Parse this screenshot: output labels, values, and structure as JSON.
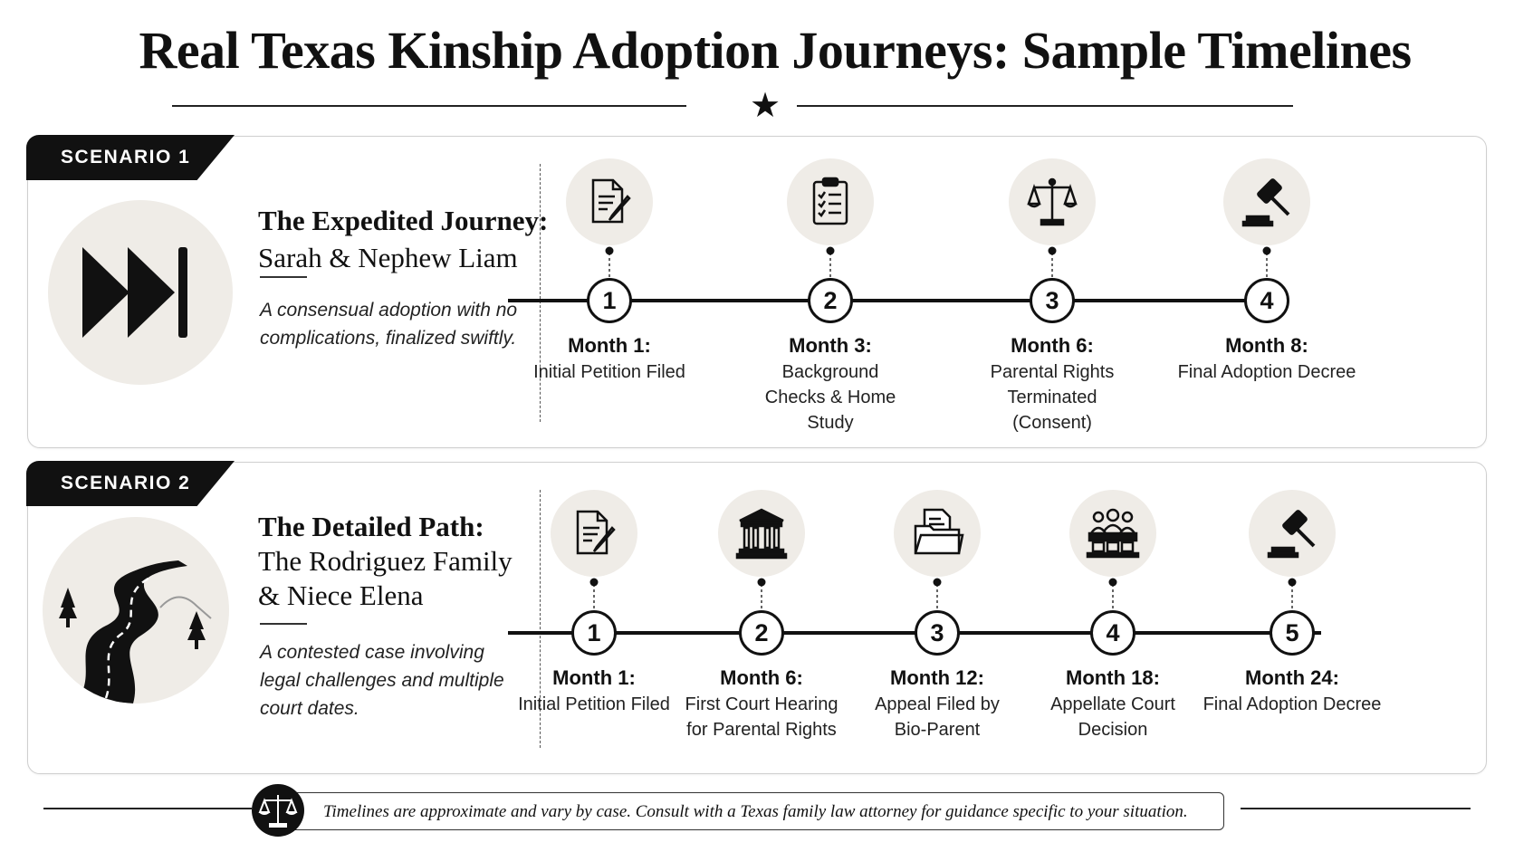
{
  "header": {
    "title": "Real Texas Kinship Adoption Journeys: Sample Timelines"
  },
  "scenarios": [
    {
      "tag": "SCENARIO 1",
      "title_bold": "The Expedited Journey:",
      "title_line2": "Sarah & Nephew Liam",
      "title_line3": "",
      "description": "A consensual adoption with no complications, finalized swiftly.",
      "icon": "fast-forward-icon",
      "steps": [
        {
          "number": "1",
          "month": "Month 1:",
          "label": "Initial Petition Filed",
          "icon": "document-pen-icon"
        },
        {
          "number": "2",
          "month": "Month 3:",
          "label": "Background Checks & Home Study",
          "icon": "clipboard-checklist-icon"
        },
        {
          "number": "3",
          "month": "Month 6:",
          "label": "Parental Rights Terminated (Consent)",
          "icon": "scales-of-justice-icon"
        },
        {
          "number": "4",
          "month": "Month 8:",
          "label": "Final Adoption Decree",
          "icon": "gavel-icon"
        }
      ]
    },
    {
      "tag": "SCENARIO 2",
      "title_bold": "The Detailed Path:",
      "title_line2": "The Rodriguez Family",
      "title_line3": "& Niece Elena",
      "description": "A contested case involving legal challenges and multiple court dates.",
      "icon": "winding-road-icon",
      "steps": [
        {
          "number": "1",
          "month": "Month 1:",
          "label": "Initial Petition Filed",
          "icon": "document-pen-icon"
        },
        {
          "number": "2",
          "month": "Month 6:",
          "label": "First Court Hearing for Parental Rights",
          "icon": "courthouse-icon"
        },
        {
          "number": "3",
          "month": "Month 12:",
          "label": "Appeal Filed by Bio-Parent",
          "icon": "folder-document-icon"
        },
        {
          "number": "4",
          "month": "Month 18:",
          "label": "Appellate Court Decision",
          "icon": "judges-panel-icon"
        },
        {
          "number": "5",
          "month": "Month 24:",
          "label": "Final Adoption Decree",
          "icon": "gavel-icon"
        }
      ]
    }
  ],
  "footer": {
    "note": "Timelines are approximate and vary by case.  Consult with a Texas family law attorney for guidance specific to your situation.",
    "icon": "scales-of-justice-icon"
  },
  "colors": {
    "ink": "#111111",
    "icon_bg": "#efece7",
    "card_border": "#cfcfcf"
  }
}
